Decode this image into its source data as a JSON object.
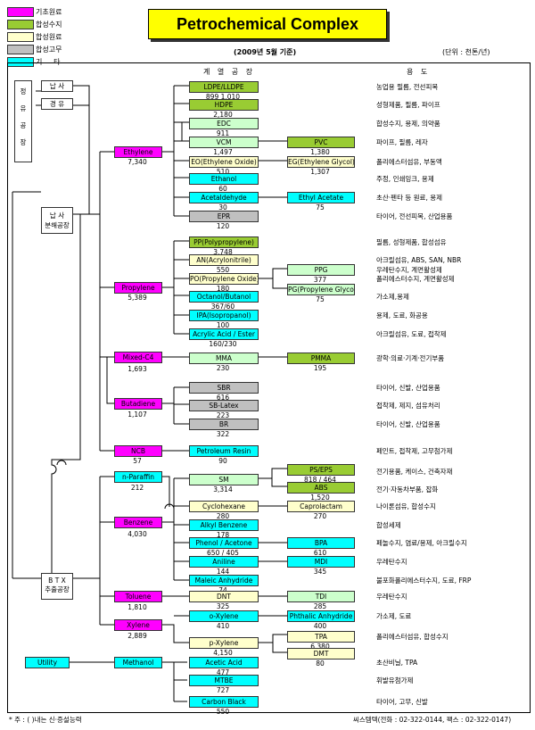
{
  "legend": [
    {
      "label": "기초원료",
      "color": "#ff00ff"
    },
    {
      "label": "합성수지",
      "color": "#99cc33"
    },
    {
      "label": "합성원료",
      "color": "#ffffcc"
    },
    {
      "label": "합성고무",
      "color": "#c0c0c0"
    },
    {
      "label": "기     타",
      "color": "#00ffff"
    }
  ],
  "title": "Petrochemical Complex",
  "subtitle": "(2009년 5월 기준)",
  "unit": "(단위 : 천톤/년)",
  "header_products": "계 열 공 장",
  "header_uses": "용   도",
  "left": {
    "crude1": "정",
    "crude2": "유",
    "crude3": "공",
    "crude4": "장",
    "naphtha": "납  사",
    "light_oil": "경  유",
    "naphtha_plant1": "납  사",
    "naphtha_plant2": "분해공장",
    "btx1": "B T X",
    "btx2": "추출공장",
    "utility": "Utility"
  },
  "base": {
    "ethylene": {
      "name": "Ethylene",
      "cap": "7,340"
    },
    "propylene": {
      "name": "Propylene",
      "cap": "5,389"
    },
    "mixedc4": {
      "name": "Mixed-C4",
      "cap": "1,693"
    },
    "butadiene": {
      "name": "Butadiene",
      "cap": "1,107"
    },
    "ncb": {
      "name": "NCB",
      "cap": "57"
    },
    "nparaffin": {
      "name": "n-Paraffin",
      "cap": "212"
    },
    "benzene": {
      "name": "Benzene",
      "cap": "4,030"
    },
    "toluene": {
      "name": "Toluene",
      "cap": "1,810"
    },
    "xylene": {
      "name": "Xylene",
      "cap": "2,889"
    },
    "methanol": {
      "name": "Methanol",
      "cap": ""
    }
  },
  "products": [
    {
      "name": "LDPE/LLDPE",
      "cap": "899   1,010",
      "use": "농업용 필름, 전선피복"
    },
    {
      "name": "HDPE",
      "cap": "2,180",
      "use": "성형제품, 필름, 파이프"
    },
    {
      "name": "EDC",
      "cap": "911",
      "use": "합성수지, 용제, 의약품"
    },
    {
      "name": "VCM",
      "cap": "1,497",
      "use": "파이프, 필름, 레자"
    },
    {
      "name": "EO(Ethylene Oxide)",
      "cap": "510",
      "use": "폴리에스터섬유, 부동액"
    },
    {
      "name": "Ethanol",
      "cap": "60",
      "use": "주정, 인쇄잉크, 용제"
    },
    {
      "name": "Acetaldehyde",
      "cap": "30",
      "use": "초산·펜타 등 원료, 용제"
    },
    {
      "name": "EPR",
      "cap": "120",
      "use": "타이어, 전선피복, 산업용품"
    },
    {
      "name": "PP(Polypropylene)",
      "cap": "3,748",
      "use": "필름, 성형제품, 합성섬유"
    },
    {
      "name": "AN(Acrylonitrile)",
      "cap": "550",
      "use": "아크릴섬유, ABS, SAN, NBR"
    },
    {
      "name": "PO(Propylene Oxide)",
      "cap": "180",
      "use": "폴리에스터수지, 계면활성제"
    },
    {
      "name": "Octanol/Butanol",
      "cap": "367/60",
      "use": "가소제,용제"
    },
    {
      "name": "IPA(Isopropanol)",
      "cap": "100",
      "use": "용제, 도료, 화공용"
    },
    {
      "name": "Acrylic Acid / Ester",
      "cap": "160/230",
      "use": "아크릴섬유, 도료, 접착제"
    },
    {
      "name": "MMA",
      "cap": "230",
      "use": "광학·의료·기계·전기부품"
    },
    {
      "name": "SBR",
      "cap": "616",
      "use": "타이어, 신발, 산업용품"
    },
    {
      "name": "SB-Latex",
      "cap": "223",
      "use": "접착제, 제지, 섬유처리"
    },
    {
      "name": "BR",
      "cap": "322",
      "use": "타이어, 신발, 산업용품"
    },
    {
      "name": "Petroleum Resin",
      "cap": "90",
      "use": "페인트, 접착제, 고무첨가제"
    },
    {
      "name": "SM",
      "cap": "3,314",
      "use": ""
    },
    {
      "name": "Cyclohexane",
      "cap": "280",
      "use": "나이론섬유, 합성수지"
    },
    {
      "name": "Alkyl Benzene",
      "cap": "178",
      "use": "합성세제"
    },
    {
      "name": "Phenol / Acetone",
      "cap": "650 / 405",
      "use": "페놀수지, 염료/용제, 아크릴수지"
    },
    {
      "name": "Aniline",
      "cap": "144",
      "use": "우레탄수지"
    },
    {
      "name": "Maleic Anhydride",
      "cap": "74",
      "use": "불포화폴리에스터수지, 도료, FRP"
    },
    {
      "name": "DNT",
      "cap": "325",
      "use": "우레탄수지"
    },
    {
      "name": "o-Xylene",
      "cap": "410",
      "use": "가소제, 도료"
    },
    {
      "name": "p-Xylene",
      "cap": "4,150",
      "use": "폴리에스터섬유, 합성수지"
    },
    {
      "name": "Acetic Acid",
      "cap": "477",
      "use": "초산비닐, TPA"
    },
    {
      "name": "MTBE",
      "cap": "727",
      "use": "휘발유첨가제"
    },
    {
      "name": "Carbon Black",
      "cap": "550",
      "use": "타이어, 고무, 신발"
    }
  ],
  "secondary": [
    {
      "name": "PVC",
      "cap": "1,380"
    },
    {
      "name": "EG(Ethylene Glycol)",
      "cap": "1,307"
    },
    {
      "name": "Ethyl Acetate",
      "cap": "75"
    },
    {
      "name": "PPG",
      "cap": "377"
    },
    {
      "name": "PG(Propylene Glycol)",
      "cap": "75"
    },
    {
      "name": "PMMA",
      "cap": "195"
    },
    {
      "name": "PS/EPS",
      "cap": "818 / 464",
      "use": "전기용품, 케이스, 건축자재"
    },
    {
      "name": "ABS",
      "cap": "1,520",
      "use": "전기·자동차부품, 잡화"
    },
    {
      "name": "Caprolactam",
      "cap": "270"
    },
    {
      "name": "BPA",
      "cap": "610"
    },
    {
      "name": "MDI",
      "cap": "345"
    },
    {
      "name": "TDI",
      "cap": "285"
    },
    {
      "name": "Phthalic Anhydride",
      "cap": "400"
    },
    {
      "name": "TPA",
      "cap": "6,380"
    },
    {
      "name": "DMT",
      "cap": "80"
    }
  ],
  "extra_uses": {
    "pp_use2": "우레탄수지, 계면활성제"
  },
  "footer_note": "* 주 : (   )내는 신·증설능력",
  "footer_contact": "씨스템텍(전화 : 02-322-0144, 팩스 : 02-322-0147)"
}
